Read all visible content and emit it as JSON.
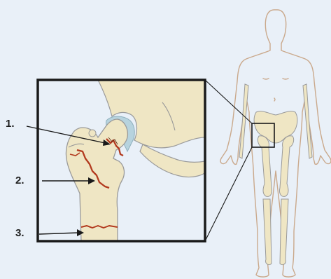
{
  "diagram": {
    "labels": [
      {
        "text": "1."
      },
      {
        "text": "2."
      },
      {
        "text": "3."
      }
    ],
    "colors": {
      "background": "#e9f0f8",
      "bone_fill": "#efe6c4",
      "bone_stroke": "#9a9a9a",
      "skin_outline": "#caa98c",
      "fracture": "#b23a1e",
      "cartilage": "#b7d3de",
      "frame": "#1a1a1a"
    },
    "icons": [
      "human-body-figure",
      "femur-closeup"
    ]
  }
}
